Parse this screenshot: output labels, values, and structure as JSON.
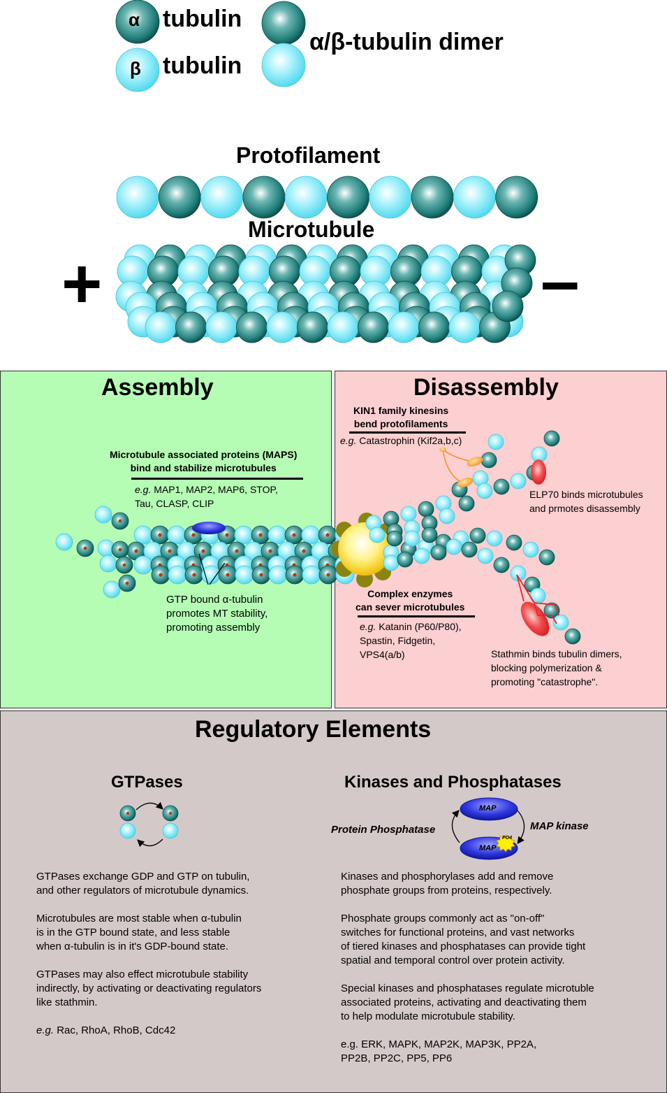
{
  "legend": {
    "alpha_symbol": "α",
    "beta_symbol": "β",
    "alpha_label": "tubulin",
    "beta_label": "tubulin",
    "dimer_label": "α/β-tubulin dimer"
  },
  "structures": {
    "protofilament_title": "Protofilament",
    "microtubule_title": "Microtubule",
    "plus_end": "+",
    "minus_end": "–"
  },
  "assembly": {
    "title": "Assembly",
    "maps_heading_1": "Microtubule associated proteins (MAPS)",
    "maps_heading_2": "bind and stabilize microtubules",
    "maps_eg_prefix": "e.g.",
    "maps_eg_line1": " MAP1, MAP2, MAP6, STOP,",
    "maps_eg_line2": "Tau, CLASP, CLIP",
    "gtp_text": "GTP bound α-tubulin\npromotes MT stability,\npromoting assembly"
  },
  "disassembly": {
    "title": "Disassembly",
    "kin1_heading_1": "KIN1 family kinesins",
    "kin1_heading_2": "bend protofilaments",
    "kin1_eg_prefix": "e.g.",
    "kin1_eg": " Catastrophin (Kif2a,b,c)",
    "elp70_text": "ELP70 binds microtubules\nand prmotes disassembly",
    "sever_heading_1": "Complex enzymes",
    "sever_heading_2": "can sever microtubules",
    "sever_eg_prefix": "e.g.",
    "sever_eg_line1": " Katanin (P60/P80),",
    "sever_eg_rest": "Spastin, Fidgetin,\nVPS4(a/b)",
    "stathmin_text": "Stathmin binds tubulin dimers,\nblocking polymerization &\npromoting \"catastrophe\"."
  },
  "regulatory": {
    "title": "Regulatory Elements",
    "gtpases_title": "GTPases",
    "kinases_title": "Kinases and Phosphatases",
    "map_label": "MAP",
    "po4_label": "PO4",
    "protein_phosphatase_label": "Protein Phosphatase",
    "map_kinase_label": "MAP kinase",
    "gtpases_p1": "GTPases exchange GDP and GTP on tubulin,\nand other regulators of microtubule dynamics.",
    "gtpases_p2": "Microtubules are most stable when α-tubulin\nis in the GTP bound state, and less stable\nwhen α-tubulin is in it's GDP-bound state.",
    "gtpases_p3": "GTPases may also effect microtubule stability\nindirectly, by activating or deactivating regulators\nlike stathmin.",
    "gtpases_eg_prefix": "e.g.",
    "gtpases_eg": " Rac, RhoA, RhoB, Cdc42",
    "kinases_p1": "Kinases and phosphorylases add and remove\nphosphate groups from proteins, respectively.",
    "kinases_p2": "Phosphate groups commonly act as \"on-off\"\nswitches for functional proteins, and vast networks\nof tiered kinases and phosphatases can provide tight\nspatial and temporal control over protein activity.",
    "kinases_p3": "Special kinases and phosphatases regulate microtuble\nassociated proteins, activating and deactivating them\nto help modulate microtubule stability.",
    "kinases_eg": "e.g. ERK, MAPK, MAP2K, MAP3K, PP2A,\nPP2B, PP2C, PP5, PP6"
  },
  "colors": {
    "alpha_tubulin": "#1f7c78",
    "beta_tubulin": "#6fe4f5",
    "assembly_bg": "#b5fcb5",
    "disassembly_bg": "#fccfd0",
    "regulatory_bg": "#d4c9c9",
    "stathmin": "#e8262b",
    "map_protein": "#2b33d8"
  }
}
